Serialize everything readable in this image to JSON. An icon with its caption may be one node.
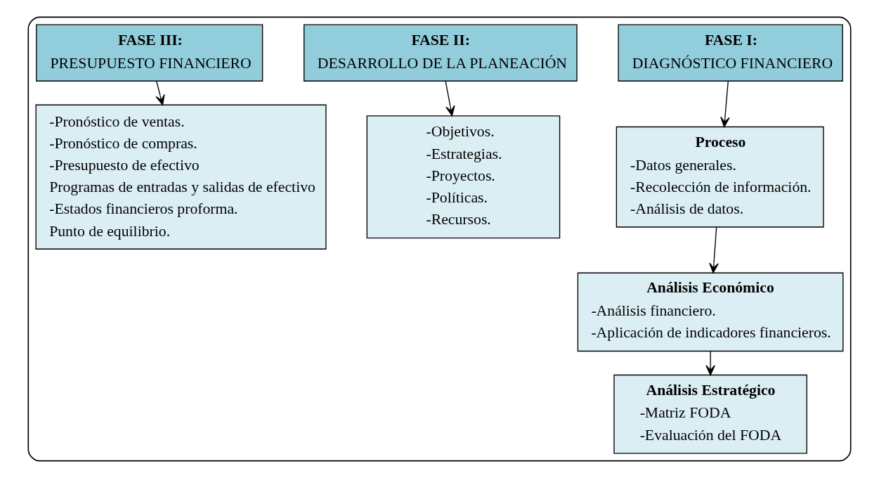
{
  "diagram": {
    "nodes": [
      {
        "text": [],
        "shape": "box"
      },
      {
        "text": [
          "FASE I:",
          "DIAGNÓSTICO FINANCIERO"
        ],
        "in": 0
      },
      {
        "text": [
          "Proceso",
          "-Datos generales.",
          "-Recolección de información.",
          "-Análisis de datos."
        ],
        "in": 0
      },
      {
        "text": [
          "Análisis Económico",
          "-Análisis financiero.",
          "-Aplicación de indicadores financieros."
        ],
        "in": 0
      },
      {
        "text": [
          "Análisis Estratégico",
          "-Matriz FODA",
          "-Evaluación del FODA"
        ],
        "in": 0
      },
      {
        "text": [
          "FASE II:",
          "DESARROLLO DE LA PLANEACIÓN"
        ],
        "in": 0
      },
      {
        "text": [
          "-Objetivos.",
          "-Estrategias.",
          "-Proyectos.",
          "-Políticas.",
          "-Recursos."
        ],
        "in": 0
      },
      {
        "text": [
          "FASE III:",
          "PRESUPUESTO FINANCIERO"
        ],
        "in": 0
      },
      {
        "text": [
          "-Pronóstico de ventas.",
          "-Pronóstico de compras.",
          "-Presupuesto de efectivo",
          "Programas de entradas y salidas de efectivo",
          "-Estados financieros proforma.",
          "Punto de equilibrio."
        ],
        "in": 0
      }
    ],
    "edges": [
      {
        "from": 1,
        "to": 2,
        "arrow": "to"
      },
      {
        "from": 2,
        "to": 3,
        "arrow": "to"
      },
      {
        "from": 3,
        "to": 4,
        "arrow": "to"
      },
      {
        "from": 5,
        "to": 6,
        "arrow": "to"
      },
      {
        "from": 7,
        "to": 8,
        "arrow": "to"
      }
    ]
  }
}
